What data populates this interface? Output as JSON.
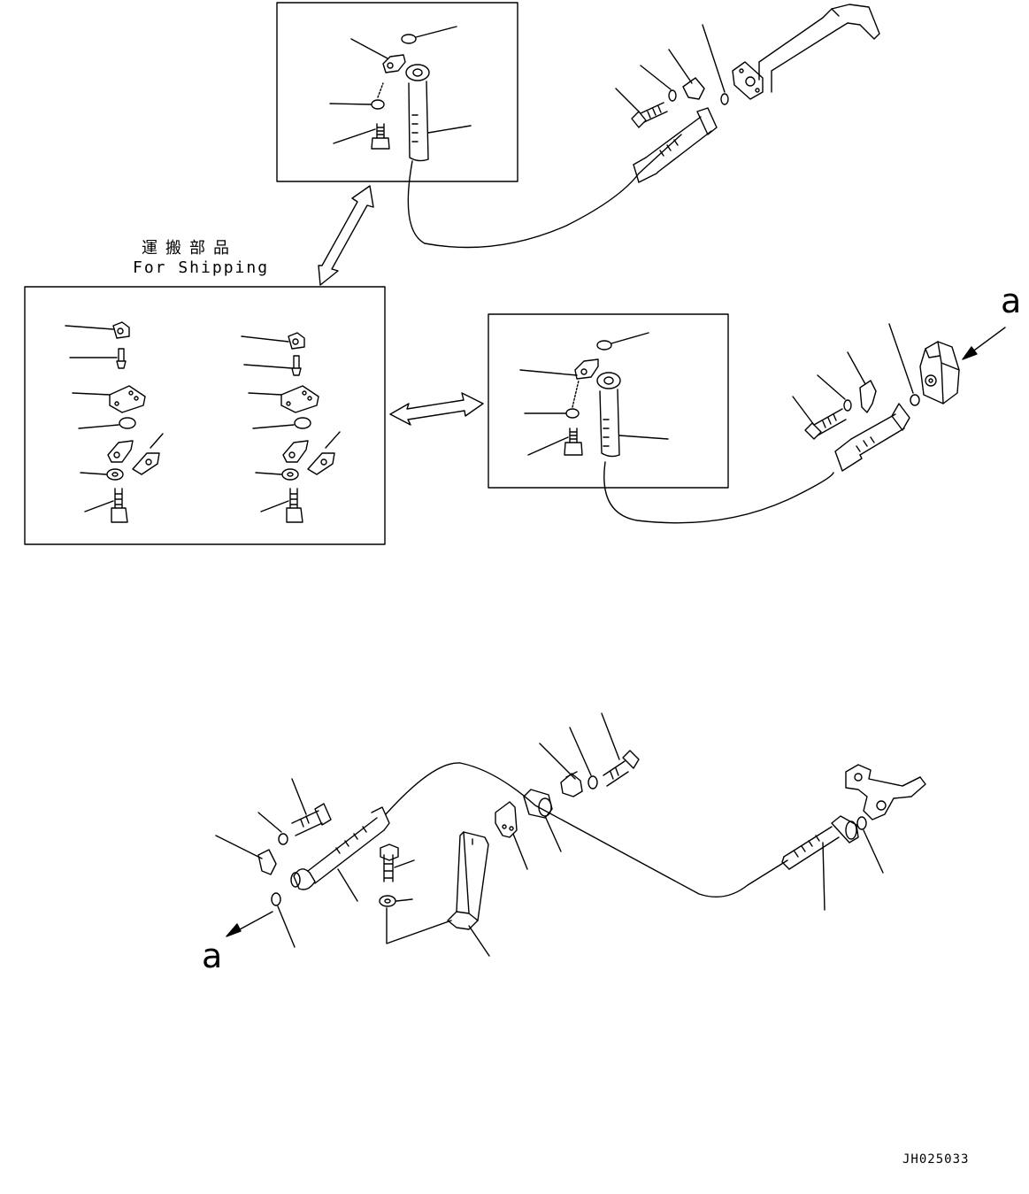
{
  "shipping_label": {
    "japanese": "運搬部品",
    "english": "For Shipping"
  },
  "view_labels": {
    "upper_arrow": "a",
    "lower_arrow": "a"
  },
  "drawing_number": "JH025033"
}
